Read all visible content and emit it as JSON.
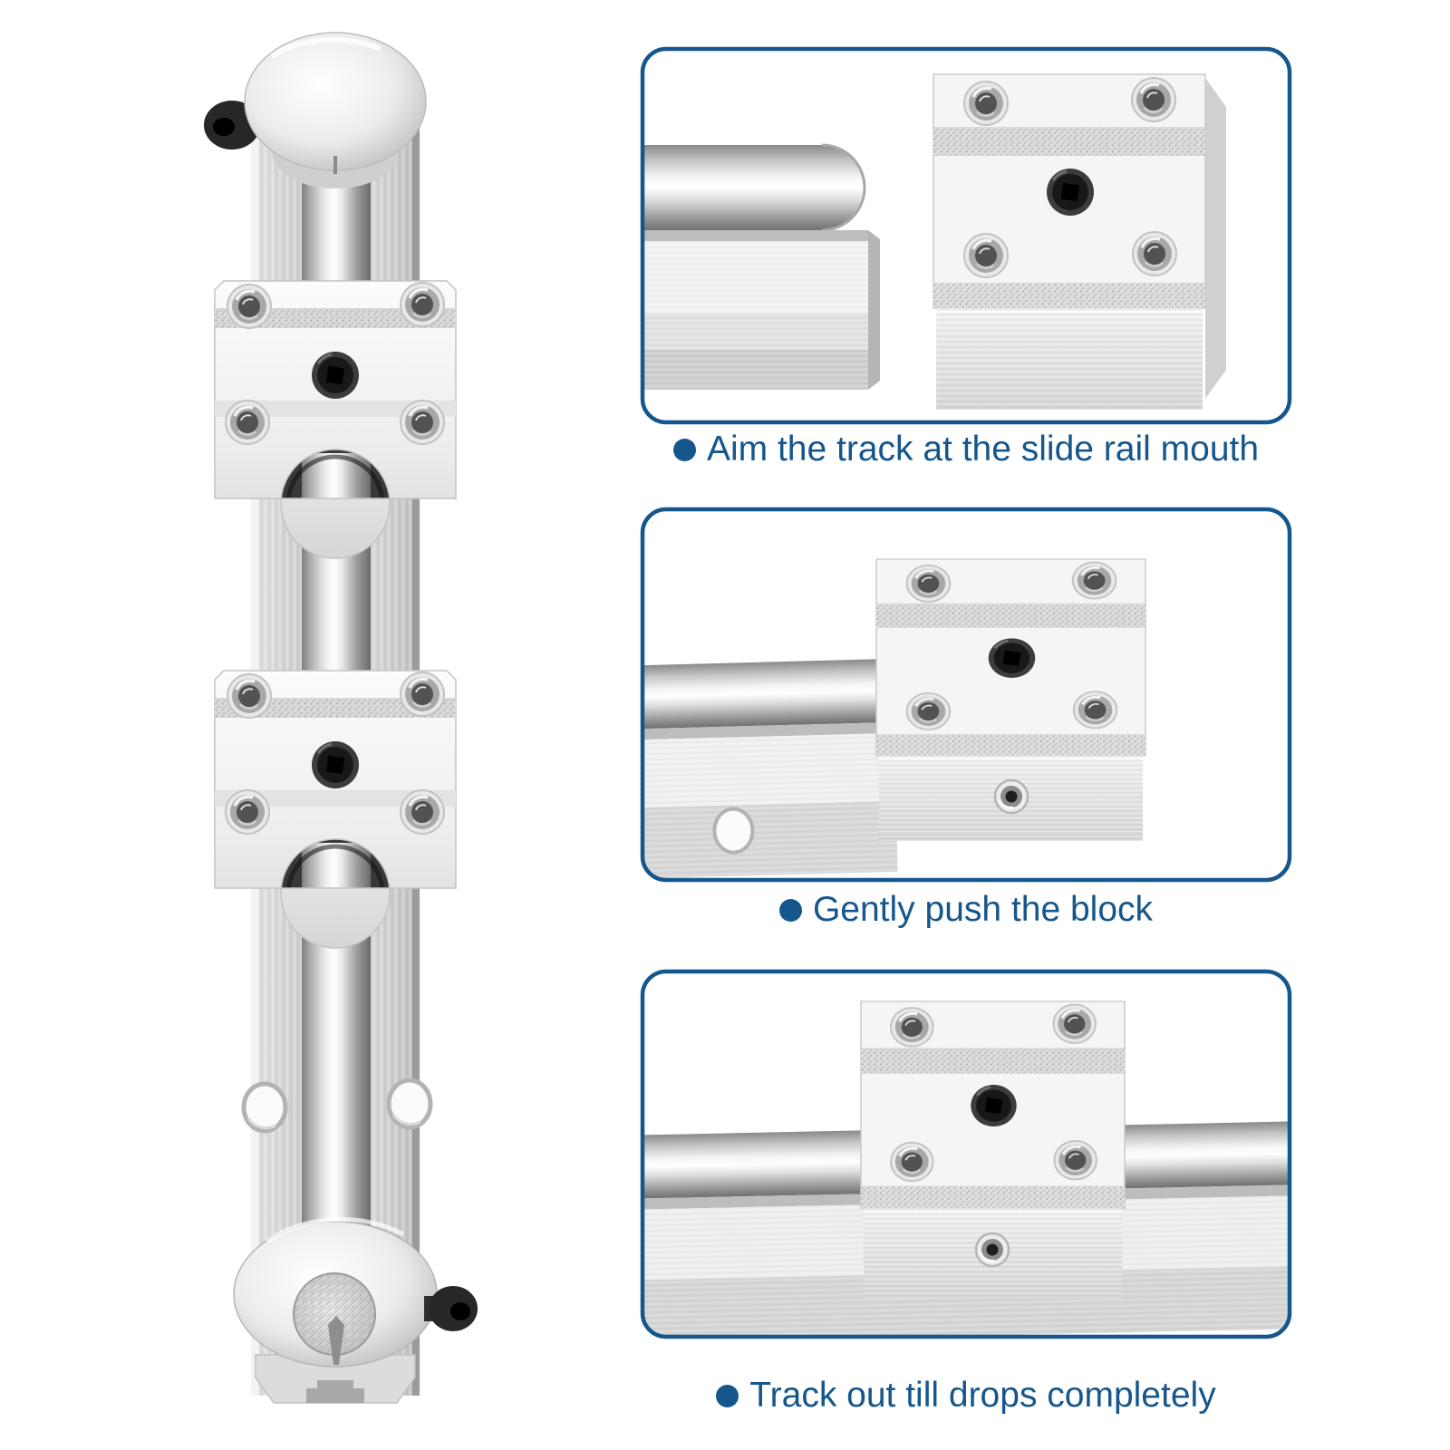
{
  "colors": {
    "accent_blue": "#15568D",
    "metal_light": "#f2f2f2",
    "metal_dark": "#7d7d7d"
  },
  "ui": {
    "bullet_glyph": "●"
  },
  "steps": [
    {
      "caption": "Aim the track at the slide rail mouth"
    },
    {
      "caption": "Gently push the block"
    },
    {
      "caption": "Track out till drops completely"
    }
  ]
}
